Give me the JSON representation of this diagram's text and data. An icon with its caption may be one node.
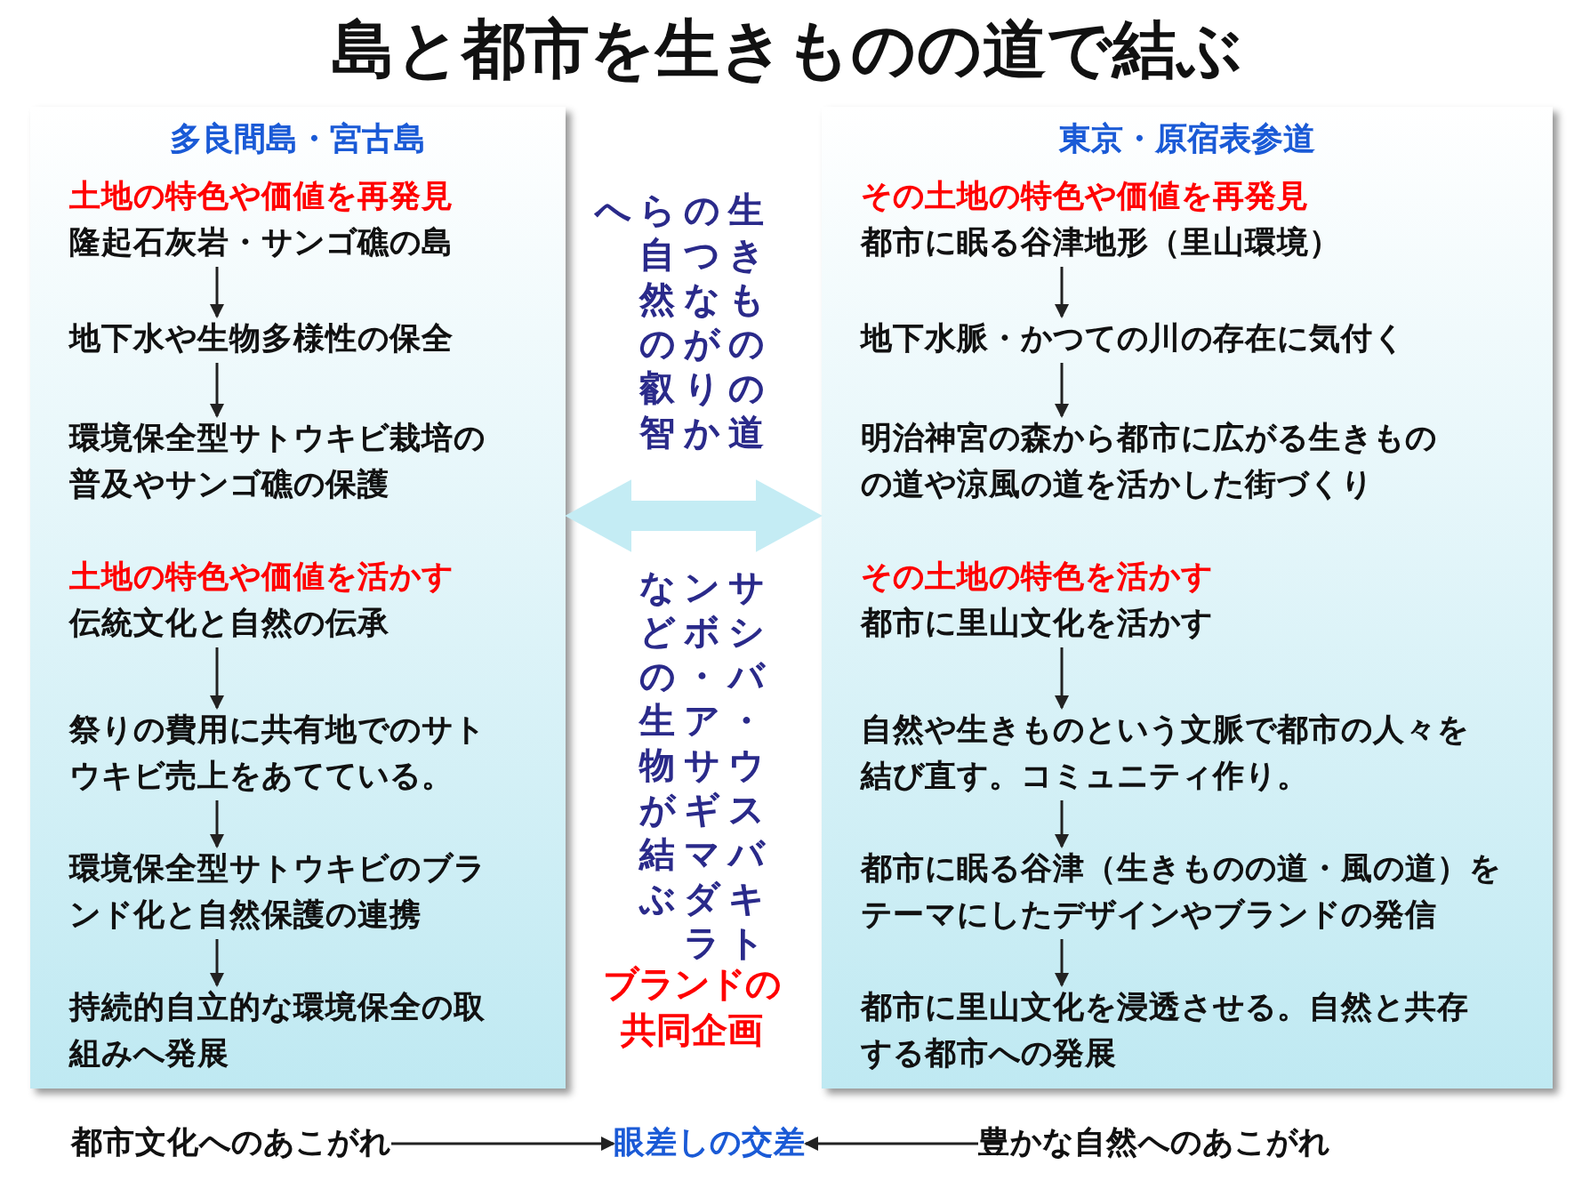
{
  "diagram": {
    "title": "島と都市を生きものの道で結ぶ",
    "nodes": [
      {
        "text": [
          "多良間島・宮古島"
        ]
      },
      {
        "text": [
          "土地の特色や価値を再発見",
          "隆起石灰岩・サンゴ礁の島"
        ],
        "in": 0
      },
      {
        "text": [
          "地下水や生物多様性の保全"
        ],
        "in": 0
      },
      {
        "text": [
          "環境保全型サトウキビ栽培の普及やサンゴ礁の保護"
        ],
        "in": 0
      },
      {
        "text": [
          "土地の特色や価値を活かす",
          "伝統文化と自然の伝承"
        ],
        "in": 0
      },
      {
        "text": [
          "祭りの費用に共有地でのサトウキビ売上をあてている。"
        ],
        "in": 0
      },
      {
        "text": [
          "環境保全型サトウキビのブランド化と自然保護の連携"
        ],
        "in": 0
      },
      {
        "text": [
          "持続的自立的な環境保全の取組みへ発展"
        ],
        "in": 0
      },
      {
        "text": [
          "東京・原宿表参道"
        ]
      },
      {
        "text": [
          "その土地の特色や価値を再発見",
          "都市に眠る谷津地形（里山環境）"
        ],
        "in": 8
      },
      {
        "text": [
          "地下水脈・かつての川の存在に気付く"
        ],
        "in": 8
      },
      {
        "text": [
          "明治神宮の森から都市に広がる生きものの道や涼風の道を活かした街づくり"
        ],
        "in": 8
      },
      {
        "text": [
          "その土地の特色を活かす",
          "都市に里山文化を活かす"
        ],
        "in": 8
      },
      {
        "text": [
          "自然や生きものという文脈で都市の人々を結び直す。コミュニティ作り。"
        ],
        "in": 8
      },
      {
        "text": [
          "都市に眠る谷津（生きものの道・風の道）をテーマにしたデザインやブランドの発信"
        ],
        "in": 8
      },
      {
        "text": [
          "都市に里山文化を浸透させる。自然と共存する都市への発展"
        ],
        "in": 8
      },
      {
        "text": [
          "都市文化へのあこがれ"
        ]
      },
      {
        "text": [
          "眼差しの交差"
        ]
      },
      {
        "text": [
          "豊かな自然へのあこがれ"
        ]
      }
    ],
    "edges": [
      {
        "from": 1,
        "to": 2,
        "arrow": "to"
      },
      {
        "from": 2,
        "to": 3,
        "arrow": "to"
      },
      {
        "from": 4,
        "to": 5,
        "arrow": "to"
      },
      {
        "from": 5,
        "to": 6,
        "arrow": "to"
      },
      {
        "from": 6,
        "to": 7,
        "arrow": "to"
      },
      {
        "from": 9,
        "to": 10,
        "arrow": "to"
      },
      {
        "from": 10,
        "to": 11,
        "arrow": "to"
      },
      {
        "from": 12,
        "to": 13,
        "arrow": "to"
      },
      {
        "from": 13,
        "to": 14,
        "arrow": "to"
      },
      {
        "from": 14,
        "to": 15,
        "arrow": "to"
      },
      {
        "from": 0,
        "to": 8,
        "arrow": "both",
        "style": "thick",
        "color": "#c4ecf4"
      },
      {
        "from": 16,
        "to": 17,
        "arrow": "to"
      },
      {
        "from": 18,
        "to": 17,
        "arrow": "to"
      }
    ],
    "labels": [
      "生きものの道のつながりから自然の叡智へ",
      "サシバ・ウスバキトンボ・アサギマダラなどの生物が結ぶ",
      "ブランドの共同企画"
    ]
  }
}
